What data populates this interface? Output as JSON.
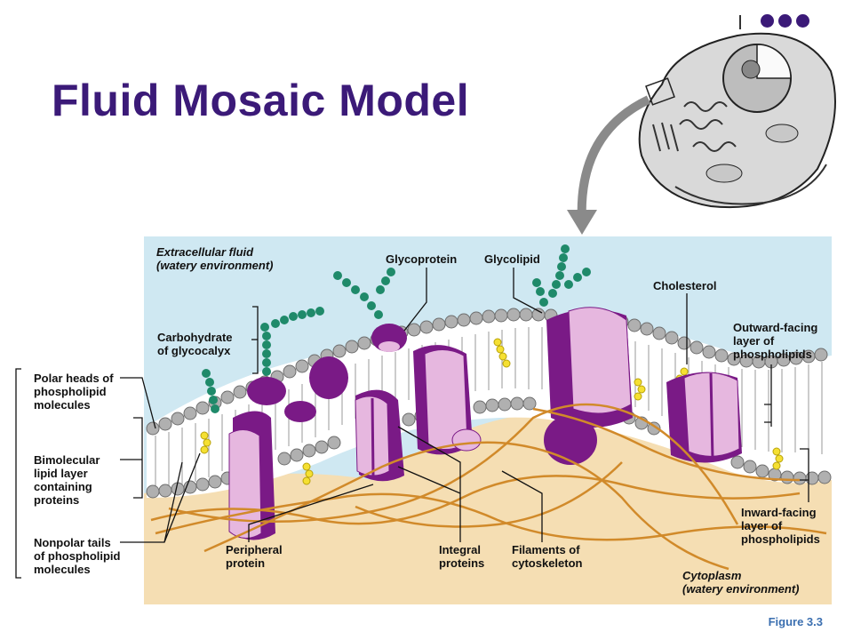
{
  "title": "Fluid Mosaic Model",
  "figure_number": "Figure 3.3",
  "colors": {
    "title": "#3b1a78",
    "extracellular": "#cfe8f2",
    "cytoplasm": "#f5deb3",
    "protein_dark": "#7a1a86",
    "protein_light": "#e6b7df",
    "lipid_head": "#a8a8a8",
    "cholesterol": "#f5e032",
    "carbohydrate": "#1f8a6a",
    "filament": "#d18a2a",
    "figure_number": "#3b6fb0"
  },
  "labels": {
    "extracellular": "Extracellular fluid\n(watery environment)",
    "glycoprotein": "Glycoprotein",
    "glycolipid": "Glycolipid",
    "cholesterol": "Cholesterol",
    "carbohydrate": "Carbohydrate\nof glycocalyx",
    "outward": "Outward-facing\nlayer of\nphospholipids",
    "polar_heads": "Polar heads of\nphospholipid\nmolecules",
    "bimolecular": "Bimolecular\nlipid layer\ncontaining\nproteins",
    "nonpolar": "Nonpolar tails\nof phospholipid\nmolecules",
    "peripheral": "Peripheral\nprotein",
    "integral": "Integral\nproteins",
    "filaments": "Filaments of\ncytoskeleton",
    "inward": "Inward-facing\nlayer of\nphospholipids",
    "cytoplasm": "Cytoplasm\n(watery environment)"
  }
}
